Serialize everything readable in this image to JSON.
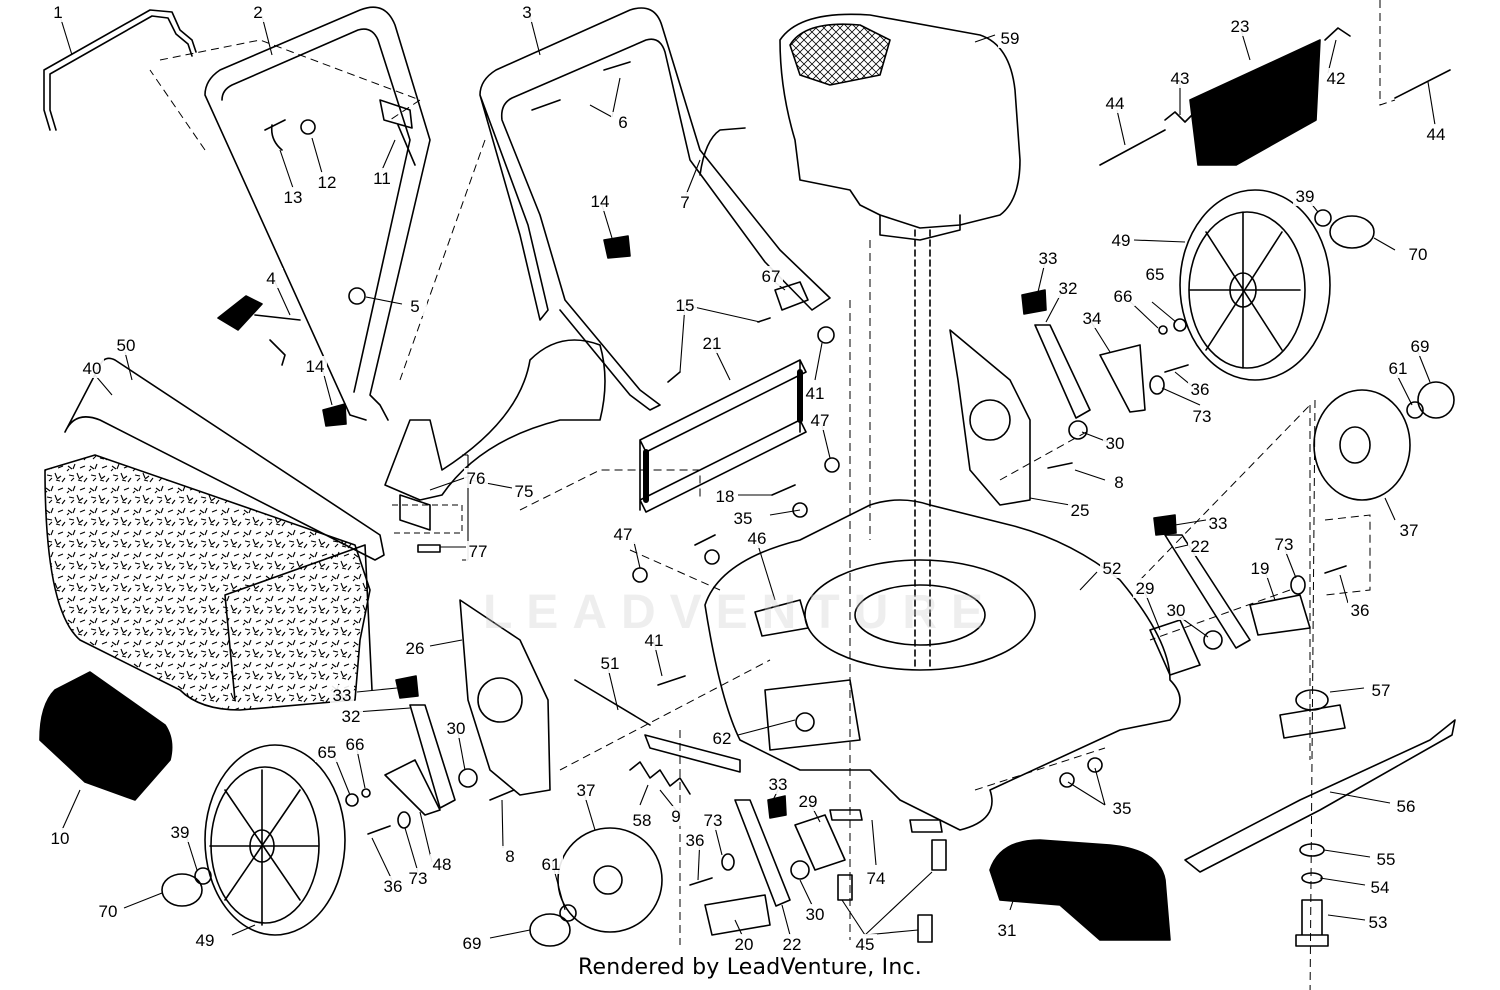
{
  "footer": {
    "text": "Rendered by LeadVenture, Inc."
  },
  "watermark": {
    "text": "LEADVENTURE"
  },
  "colors": {
    "ink": "#000000",
    "paper": "#ffffff",
    "watermark": "#cfcfcf"
  },
  "callouts": [
    {
      "id": "c1",
      "label": "1"
    },
    {
      "id": "c2",
      "label": "2"
    },
    {
      "id": "c3",
      "label": "3"
    },
    {
      "id": "c4",
      "label": "4"
    },
    {
      "id": "c5",
      "label": "5"
    },
    {
      "id": "c6",
      "label": "6"
    },
    {
      "id": "c7",
      "label": "7"
    },
    {
      "id": "c8a",
      "label": "8"
    },
    {
      "id": "c8b",
      "label": "8"
    },
    {
      "id": "c9",
      "label": "9"
    },
    {
      "id": "c10",
      "label": "10"
    },
    {
      "id": "c11",
      "label": "11"
    },
    {
      "id": "c12",
      "label": "12"
    },
    {
      "id": "c13",
      "label": "13"
    },
    {
      "id": "c14a",
      "label": "14"
    },
    {
      "id": "c14b",
      "label": "14"
    },
    {
      "id": "c15",
      "label": "15"
    },
    {
      "id": "c18",
      "label": "18"
    },
    {
      "id": "c19",
      "label": "19"
    },
    {
      "id": "c20",
      "label": "20"
    },
    {
      "id": "c21",
      "label": "21"
    },
    {
      "id": "c22a",
      "label": "22"
    },
    {
      "id": "c22b",
      "label": "22"
    },
    {
      "id": "c23",
      "label": "23"
    },
    {
      "id": "c25",
      "label": "25"
    },
    {
      "id": "c26",
      "label": "26"
    },
    {
      "id": "c29a",
      "label": "29"
    },
    {
      "id": "c29b",
      "label": "29"
    },
    {
      "id": "c30a",
      "label": "30"
    },
    {
      "id": "c30b",
      "label": "30"
    },
    {
      "id": "c30c",
      "label": "30"
    },
    {
      "id": "c30d",
      "label": "30"
    },
    {
      "id": "c31",
      "label": "31"
    },
    {
      "id": "c32a",
      "label": "32"
    },
    {
      "id": "c32b",
      "label": "32"
    },
    {
      "id": "c33a",
      "label": "33"
    },
    {
      "id": "c33b",
      "label": "33"
    },
    {
      "id": "c33c",
      "label": "33"
    },
    {
      "id": "c33d",
      "label": "33"
    },
    {
      "id": "c34",
      "label": "34"
    },
    {
      "id": "c35a",
      "label": "35"
    },
    {
      "id": "c35b",
      "label": "35"
    },
    {
      "id": "c36a",
      "label": "36"
    },
    {
      "id": "c36b",
      "label": "36"
    },
    {
      "id": "c36c",
      "label": "36"
    },
    {
      "id": "c36d",
      "label": "36"
    },
    {
      "id": "c37a",
      "label": "37"
    },
    {
      "id": "c37b",
      "label": "37"
    },
    {
      "id": "c39a",
      "label": "39"
    },
    {
      "id": "c39b",
      "label": "39"
    },
    {
      "id": "c40",
      "label": "40"
    },
    {
      "id": "c41a",
      "label": "41"
    },
    {
      "id": "c41b",
      "label": "41"
    },
    {
      "id": "c42",
      "label": "42"
    },
    {
      "id": "c43",
      "label": "43"
    },
    {
      "id": "c44a",
      "label": "44"
    },
    {
      "id": "c44b",
      "label": "44"
    },
    {
      "id": "c45",
      "label": "45"
    },
    {
      "id": "c46",
      "label": "46"
    },
    {
      "id": "c47a",
      "label": "47"
    },
    {
      "id": "c47b",
      "label": "47"
    },
    {
      "id": "c48",
      "label": "48"
    },
    {
      "id": "c49a",
      "label": "49"
    },
    {
      "id": "c49b",
      "label": "49"
    },
    {
      "id": "c50",
      "label": "50"
    },
    {
      "id": "c51",
      "label": "51"
    },
    {
      "id": "c52",
      "label": "52"
    },
    {
      "id": "c53",
      "label": "53"
    },
    {
      "id": "c54",
      "label": "54"
    },
    {
      "id": "c55",
      "label": "55"
    },
    {
      "id": "c56",
      "label": "56"
    },
    {
      "id": "c57",
      "label": "57"
    },
    {
      "id": "c58",
      "label": "58"
    },
    {
      "id": "c59",
      "label": "59"
    },
    {
      "id": "c61a",
      "label": "61"
    },
    {
      "id": "c61b",
      "label": "61"
    },
    {
      "id": "c62",
      "label": "62"
    },
    {
      "id": "c65a",
      "label": "65"
    },
    {
      "id": "c65b",
      "label": "65"
    },
    {
      "id": "c66a",
      "label": "66"
    },
    {
      "id": "c66b",
      "label": "66"
    },
    {
      "id": "c67",
      "label": "67"
    },
    {
      "id": "c69a",
      "label": "69"
    },
    {
      "id": "c69b",
      "label": "69"
    },
    {
      "id": "c70a",
      "label": "70"
    },
    {
      "id": "c70b",
      "label": "70"
    },
    {
      "id": "c73a",
      "label": "73"
    },
    {
      "id": "c73b",
      "label": "73"
    },
    {
      "id": "c73c",
      "label": "73"
    },
    {
      "id": "c73d",
      "label": "73"
    },
    {
      "id": "c74",
      "label": "74"
    },
    {
      "id": "c75",
      "label": "75"
    },
    {
      "id": "c76",
      "label": "76"
    },
    {
      "id": "c77",
      "label": "77"
    }
  ]
}
